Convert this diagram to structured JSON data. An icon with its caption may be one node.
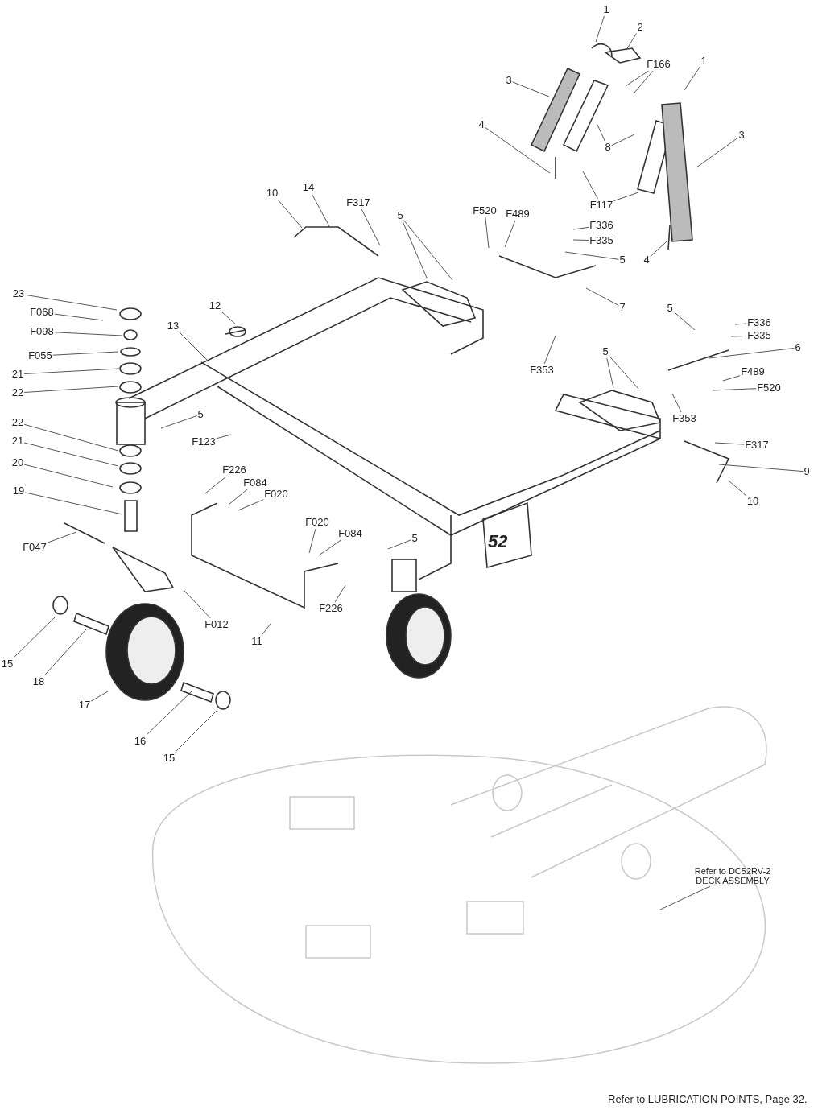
{
  "diagram": {
    "nodes": [
      {
        "text": [
          "1"
        ]
      },
      {
        "text": [
          "2"
        ]
      },
      {
        "text": [
          "F166"
        ]
      },
      {
        "text": [
          "1"
        ]
      },
      {
        "text": [
          "3"
        ]
      },
      {
        "text": [
          "8"
        ]
      },
      {
        "text": [
          "3"
        ]
      },
      {
        "text": [
          "4"
        ]
      },
      {
        "text": [
          "F117"
        ]
      },
      {
        "text": [
          "4"
        ]
      },
      {
        "text": [
          "10"
        ]
      },
      {
        "text": [
          "14"
        ]
      },
      {
        "text": [
          "F317"
        ]
      },
      {
        "text": [
          "5"
        ]
      },
      {
        "text": [
          "F520"
        ]
      },
      {
        "text": [
          "F489"
        ]
      },
      {
        "text": [
          "F336"
        ]
      },
      {
        "text": [
          "F335"
        ]
      },
      {
        "text": [
          "5"
        ]
      },
      {
        "text": [
          "7"
        ]
      },
      {
        "text": [
          "23"
        ]
      },
      {
        "text": [
          "F068"
        ]
      },
      {
        "text": [
          "F098"
        ]
      },
      {
        "text": [
          "12"
        ]
      },
      {
        "text": [
          "13"
        ]
      },
      {
        "text": [
          "F055"
        ]
      },
      {
        "text": [
          "F353"
        ]
      },
      {
        "text": [
          "5"
        ]
      },
      {
        "text": [
          "F336"
        ]
      },
      {
        "text": [
          "F335"
        ]
      },
      {
        "text": [
          "6"
        ]
      },
      {
        "text": [
          "5"
        ]
      },
      {
        "text": [
          "F489"
        ]
      },
      {
        "text": [
          "21"
        ]
      },
      {
        "text": [
          "F520"
        ]
      },
      {
        "text": [
          "22"
        ]
      },
      {
        "text": [
          "F353"
        ]
      },
      {
        "text": [
          "5"
        ]
      },
      {
        "text": [
          "22"
        ]
      },
      {
        "text": [
          "F123"
        ]
      },
      {
        "text": [
          "21"
        ]
      },
      {
        "text": [
          "F317"
        ]
      },
      {
        "text": [
          "20"
        ]
      },
      {
        "text": [
          "F226"
        ]
      },
      {
        "text": [
          "9"
        ]
      },
      {
        "text": [
          "F084"
        ]
      },
      {
        "text": [
          "19"
        ]
      },
      {
        "text": [
          "F020"
        ]
      },
      {
        "text": [
          "10"
        ]
      },
      {
        "text": [
          "F020"
        ]
      },
      {
        "text": [
          "F084"
        ]
      },
      {
        "text": [
          "5"
        ]
      },
      {
        "text": [
          "F047"
        ]
      },
      {
        "text": [
          "F226"
        ]
      },
      {
        "text": [
          "F012"
        ]
      },
      {
        "text": [
          "11"
        ]
      },
      {
        "text": [
          "15"
        ]
      },
      {
        "text": [
          "18"
        ]
      },
      {
        "text": [
          "17"
        ]
      },
      {
        "text": [
          "16"
        ]
      },
      {
        "text": [
          "15"
        ]
      },
      {
        "text": [
          "Refer to DC52RV-2 DECK ASSEMBLY"
        ]
      }
    ],
    "edges": [
      {
        "from": 0,
        "to": null,
        "arrow": "none"
      },
      {
        "from": 1,
        "to": null,
        "arrow": "none"
      },
      {
        "from": 2,
        "to": null,
        "arrow": "none"
      },
      {
        "from": 2,
        "to": null,
        "arrow": "none"
      },
      {
        "from": 3,
        "to": null,
        "arrow": "none"
      },
      {
        "from": 4,
        "to": null,
        "arrow": "none"
      },
      {
        "from": 5,
        "to": null,
        "arrow": "none"
      },
      {
        "from": 5,
        "to": null,
        "arrow": "none"
      },
      {
        "from": 6,
        "to": null,
        "arrow": "none"
      },
      {
        "from": 7,
        "to": null,
        "arrow": "none"
      },
      {
        "from": 8,
        "to": null,
        "arrow": "none"
      },
      {
        "from": 8,
        "to": null,
        "arrow": "none"
      },
      {
        "from": 9,
        "to": null,
        "arrow": "none"
      },
      {
        "from": 10,
        "to": null,
        "arrow": "none"
      },
      {
        "from": 11,
        "to": null,
        "arrow": "none"
      },
      {
        "from": 12,
        "to": null,
        "arrow": "none"
      },
      {
        "from": 13,
        "to": null,
        "arrow": "none"
      },
      {
        "from": 13,
        "to": null,
        "arrow": "none"
      },
      {
        "from": 14,
        "to": null,
        "arrow": "none"
      },
      {
        "from": 15,
        "to": null,
        "arrow": "none"
      },
      {
        "from": 16,
        "to": null,
        "arrow": "none"
      },
      {
        "from": 17,
        "to": null,
        "arrow": "none"
      },
      {
        "from": 18,
        "to": null,
        "arrow": "none"
      },
      {
        "from": 19,
        "to": null,
        "arrow": "none"
      },
      {
        "from": 20,
        "to": null,
        "arrow": "none"
      },
      {
        "from": 21,
        "to": null,
        "arrow": "none"
      },
      {
        "from": 22,
        "to": null,
        "arrow": "none"
      },
      {
        "from": 23,
        "to": null,
        "arrow": "none"
      },
      {
        "from": 24,
        "to": null,
        "arrow": "none"
      },
      {
        "from": 25,
        "to": null,
        "arrow": "none"
      },
      {
        "from": 26,
        "to": null,
        "arrow": "none"
      },
      {
        "from": 27,
        "to": null,
        "arrow": "none"
      },
      {
        "from": 28,
        "to": null,
        "arrow": "none"
      },
      {
        "from": 29,
        "to": null,
        "arrow": "none"
      },
      {
        "from": 30,
        "to": null,
        "arrow": "none"
      },
      {
        "from": 31,
        "to": null,
        "arrow": "none"
      },
      {
        "from": 31,
        "to": null,
        "arrow": "none"
      },
      {
        "from": 32,
        "to": null,
        "arrow": "none"
      },
      {
        "from": 33,
        "to": null,
        "arrow": "none"
      },
      {
        "from": 34,
        "to": null,
        "arrow": "none"
      },
      {
        "from": 35,
        "to": null,
        "arrow": "none"
      },
      {
        "from": 36,
        "to": null,
        "arrow": "none"
      },
      {
        "from": 37,
        "to": null,
        "arrow": "none"
      },
      {
        "from": 38,
        "to": null,
        "arrow": "none"
      },
      {
        "from": 39,
        "to": null,
        "arrow": "none"
      },
      {
        "from": 40,
        "to": null,
        "arrow": "none"
      },
      {
        "from": 41,
        "to": null,
        "arrow": "none"
      },
      {
        "from": 42,
        "to": null,
        "arrow": "none"
      },
      {
        "from": 43,
        "to": null,
        "arrow": "none"
      },
      {
        "from": 44,
        "to": null,
        "arrow": "none"
      },
      {
        "from": 45,
        "to": null,
        "arrow": "none"
      },
      {
        "from": 46,
        "to": null,
        "arrow": "none"
      },
      {
        "from": 47,
        "to": null,
        "arrow": "none"
      },
      {
        "from": 48,
        "to": null,
        "arrow": "none"
      },
      {
        "from": 49,
        "to": null,
        "arrow": "none"
      },
      {
        "from": 50,
        "to": null,
        "arrow": "none"
      },
      {
        "from": 51,
        "to": null,
        "arrow": "none"
      },
      {
        "from": 52,
        "to": null,
        "arrow": "none"
      },
      {
        "from": 53,
        "to": null,
        "arrow": "none"
      },
      {
        "from": 54,
        "to": null,
        "arrow": "none"
      },
      {
        "from": 55,
        "to": null,
        "arrow": "none"
      },
      {
        "from": 56,
        "to": null,
        "arrow": "none"
      },
      {
        "from": 57,
        "to": null,
        "arrow": "none"
      },
      {
        "from": 58,
        "to": null,
        "arrow": "none"
      },
      {
        "from": 59,
        "to": null,
        "arrow": "none"
      },
      {
        "from": 60,
        "to": null,
        "arrow": "none"
      },
      {
        "from": 61,
        "to": null,
        "arrow": "none"
      }
    ],
    "labels": [
      "52",
      "Refer to LUBRICATION POINTS, Page 32."
    ]
  }
}
